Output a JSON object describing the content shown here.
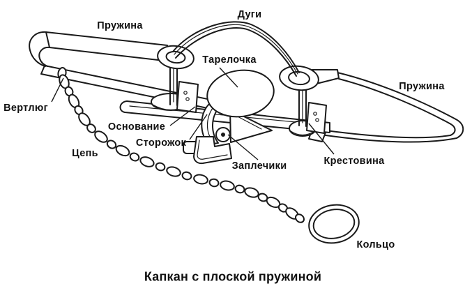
{
  "diagram": {
    "caption": "Капкан с плоской пружиной",
    "labels": {
      "dugi": "Дуги",
      "pruzhina_left": "Пружина",
      "pruzhina_right": "Пружина",
      "tarelochka": "Тарелочка",
      "vertlyug": "Вертлюг",
      "osnovanie": "Основание",
      "storozhok": "Сторожок",
      "tsep": "Цепь",
      "zaplechiki": "Заплечики",
      "krestovina": "Крестовина",
      "koltso": "Кольцо"
    },
    "colors": {
      "line": "#1a1a1a",
      "background": "#ffffff"
    }
  }
}
